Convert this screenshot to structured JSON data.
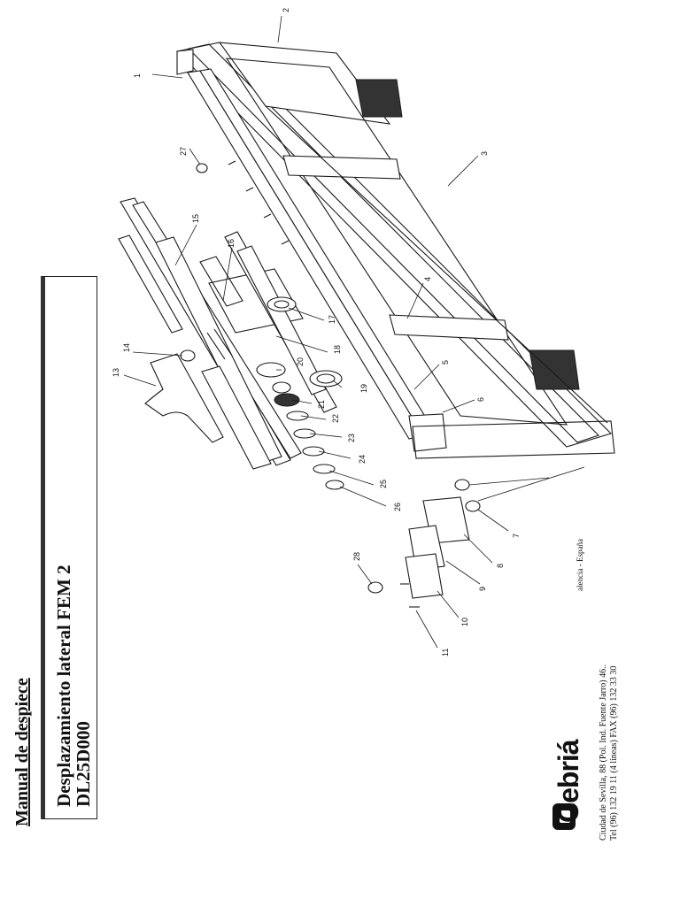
{
  "header": {
    "manual_title": "Manual de despiece",
    "title_line1": "Desplazamiento lateral FEM 2",
    "title_line2": "DL25D000"
  },
  "company": {
    "logo_text": "Cebriá",
    "address_line1": "Ciudad de Sevilla, 88 (Pol. Ind. Fuente Jarro) 46..",
    "address_line2": "Tel (96) 132 19 11 (4 líneas) FAX (96) 132 33 30",
    "location": "alencia - España"
  },
  "diagram": {
    "part_numbers": [
      "1",
      "2",
      "3",
      "4",
      "5",
      "6",
      "7",
      "8",
      "9",
      "10",
      "11",
      "13",
      "14",
      "15",
      "16",
      "17",
      "18",
      "19",
      "20",
      "21",
      "22",
      "23",
      "24",
      "25",
      "26",
      "27",
      "28"
    ]
  }
}
